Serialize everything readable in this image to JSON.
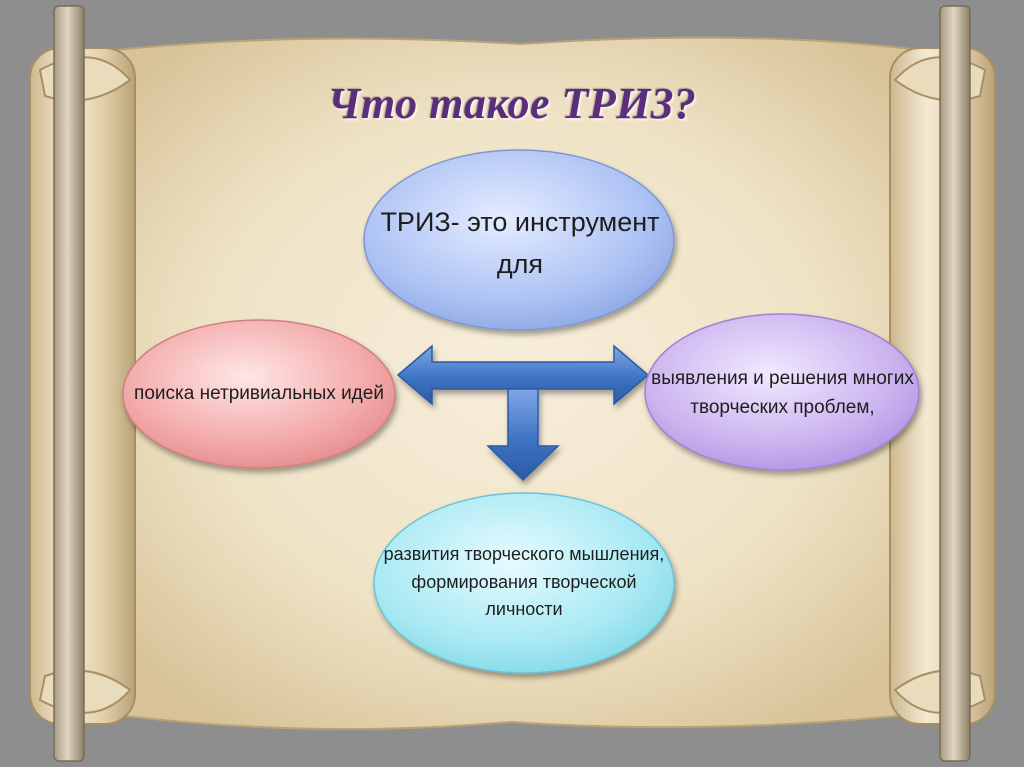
{
  "title": "Что такое ТРИЗ?",
  "nodes": {
    "center": "ТРИЗ- это инструмент для",
    "left": "поиска нетривиальных идей",
    "right": "выявления и решения многих творческих проблем,",
    "bottom": "развития творческого мышления, формирования творческой личности"
  },
  "colors": {
    "title": "#5b2d7a",
    "scroll": "#efe3c6",
    "center": "#aec3f4",
    "left": "#f3a9a9",
    "right": "#cbb3ef",
    "bottom": "#a9e9f3",
    "arrow": "#3e74c4"
  }
}
